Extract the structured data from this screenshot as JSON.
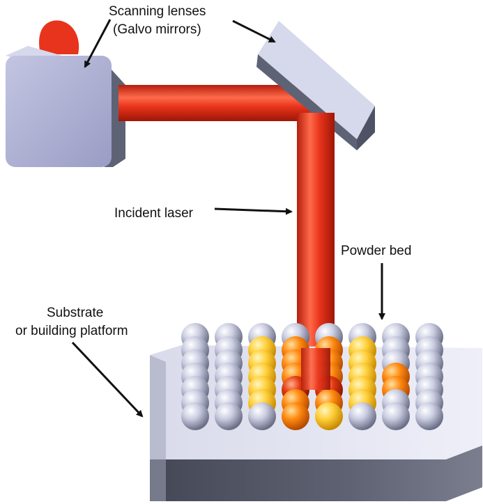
{
  "labels": {
    "scanning_line1": "Scanning lenses",
    "scanning_line2": "(Galvo mirrors)",
    "incident_laser": "Incident laser",
    "powder_bed": "Powder bed",
    "substrate_line1": "Substrate",
    "substrate_line2": "or building platform"
  },
  "colors": {
    "laser": "#e8341c",
    "laser_highlight": "#ff6a4a",
    "laser_shadow": "#b51e0c",
    "mirror_face": "#a9acd0",
    "mirror_side": "#5e6275",
    "mirror_top": "#d6d8ec",
    "platform_top": "#e2e3f0",
    "platform_front": "#565a68",
    "powder_cold": "#c9cce0",
    "powder_hot": "#ff7a10",
    "powder_warm": "#ffc23a",
    "powder_melt": "#e33a12",
    "arrow": "#111111"
  },
  "icons": {
    "arrow": "arrow-icon",
    "mirror": "galvo-mirror-icon",
    "powder": "powder-particle-icon"
  }
}
